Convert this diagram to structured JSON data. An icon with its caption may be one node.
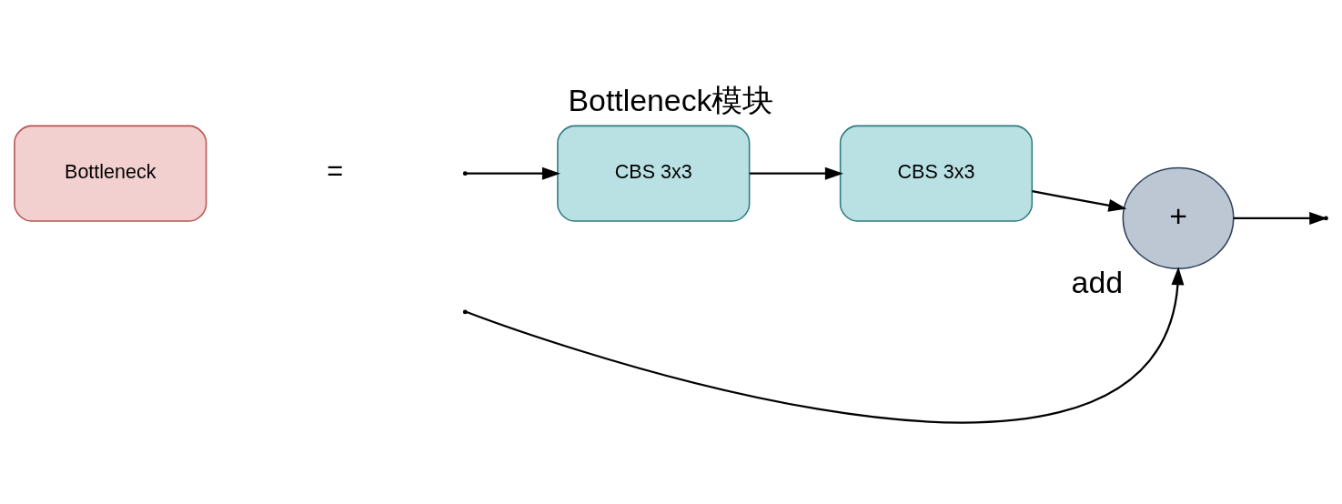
{
  "diagram": {
    "title": "Bottleneck模块",
    "nodes": [
      {
        "text": [
          "Bottleneck"
        ]
      },
      {
        "text": [
          "CBS 3x3"
        ]
      },
      {
        "text": [
          "CBS 3x3"
        ]
      },
      {
        "text": [
          "+"
        ],
        "beside": [
          "add"
        ]
      }
    ],
    "edges": [
      {
        "from": null,
        "to": 1,
        "arrow": "to"
      },
      {
        "from": 1,
        "to": 2,
        "arrow": "to"
      },
      {
        "from": 2,
        "to": 3,
        "arrow": "to"
      },
      {
        "from": null,
        "to": 3,
        "arrow": "to"
      },
      {
        "from": 3,
        "to": null,
        "arrow": "to"
      }
    ],
    "labels": [
      "="
    ]
  }
}
